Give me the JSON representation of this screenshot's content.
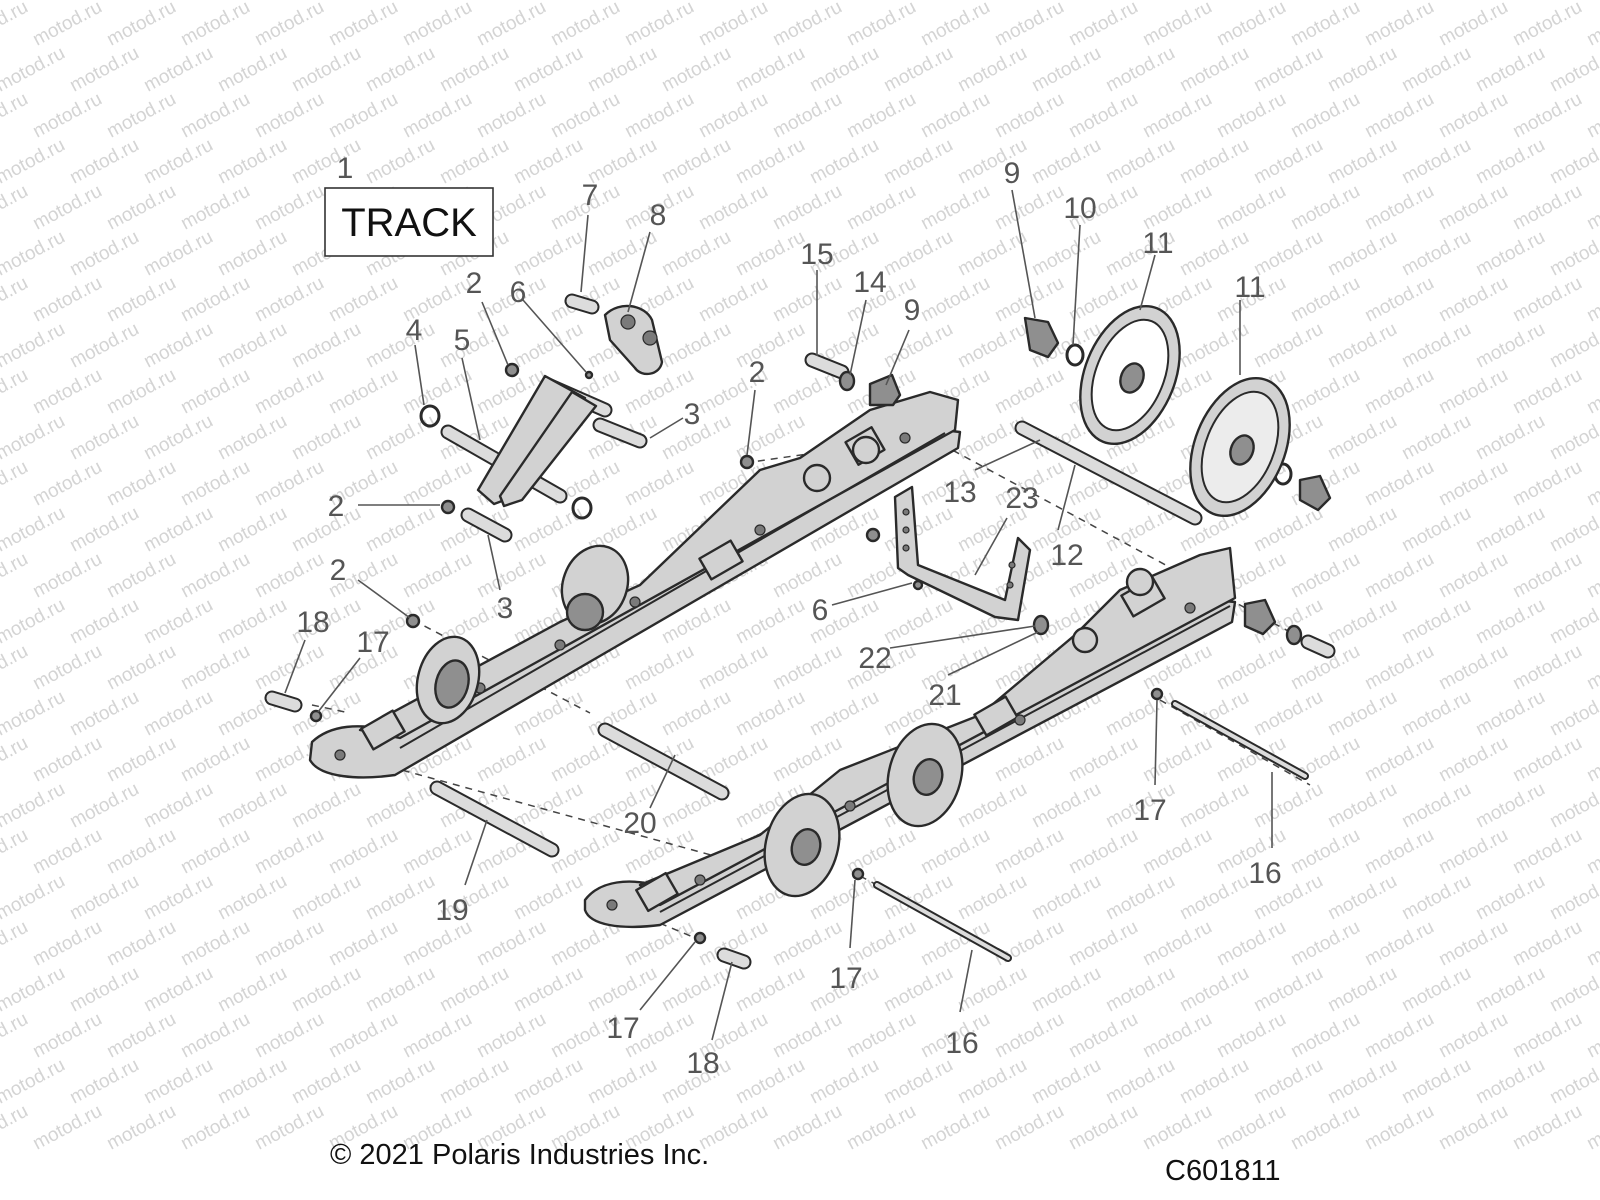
{
  "box_label": "TRACK",
  "copyright": "© 2021 Polaris Industries Inc.",
  "diagram_code": "C601811",
  "watermark_text": "motod.ru",
  "callouts": [
    "1",
    "2",
    "2",
    "2",
    "2",
    "3",
    "3",
    "4",
    "5",
    "6",
    "6",
    "7",
    "8",
    "9",
    "9",
    "10",
    "11",
    "11",
    "12",
    "13",
    "14",
    "15",
    "16",
    "16",
    "17",
    "17",
    "17",
    "17",
    "18",
    "18",
    "19",
    "20",
    "21",
    "22",
    "23"
  ]
}
